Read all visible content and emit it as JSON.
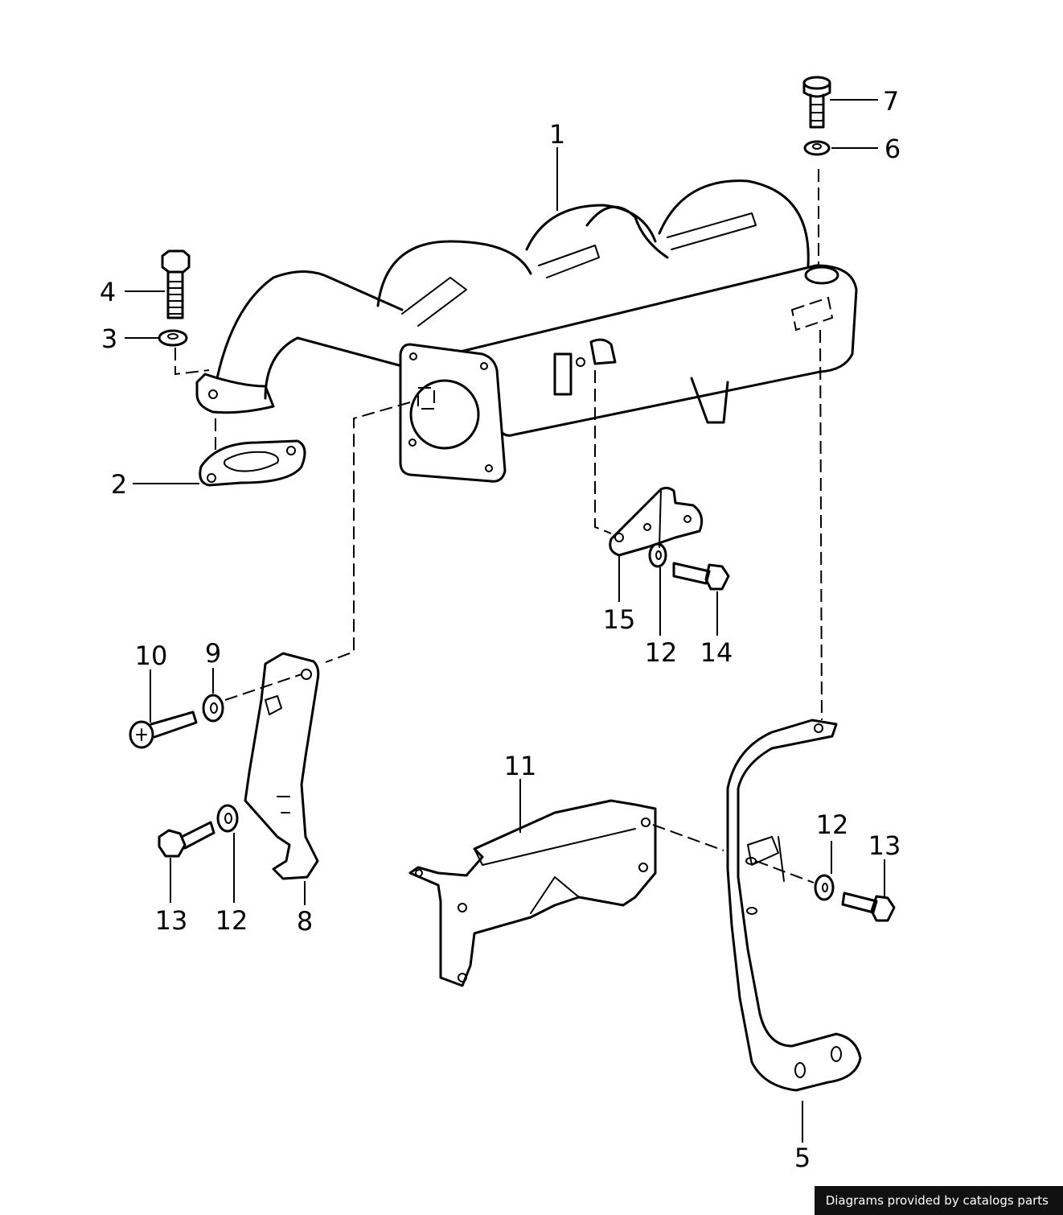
{
  "callouts": [
    {
      "id": "c1",
      "label": "1"
    },
    {
      "id": "c2",
      "label": "2"
    },
    {
      "id": "c3",
      "label": "3"
    },
    {
      "id": "c4",
      "label": "4"
    },
    {
      "id": "c5",
      "label": "5"
    },
    {
      "id": "c6",
      "label": "6"
    },
    {
      "id": "c7",
      "label": "7"
    },
    {
      "id": "c8",
      "label": "8"
    },
    {
      "id": "c9",
      "label": "9"
    },
    {
      "id": "c10",
      "label": "10"
    },
    {
      "id": "c11",
      "label": "11"
    },
    {
      "id": "c12a",
      "label": "12"
    },
    {
      "id": "c12b",
      "label": "12"
    },
    {
      "id": "c12c",
      "label": "12"
    },
    {
      "id": "c13a",
      "label": "13"
    },
    {
      "id": "c13b",
      "label": "13"
    },
    {
      "id": "c14",
      "label": "14"
    },
    {
      "id": "c15",
      "label": "15"
    }
  ],
  "footer": {
    "text": "Diagrams provided by catalogs parts"
  }
}
